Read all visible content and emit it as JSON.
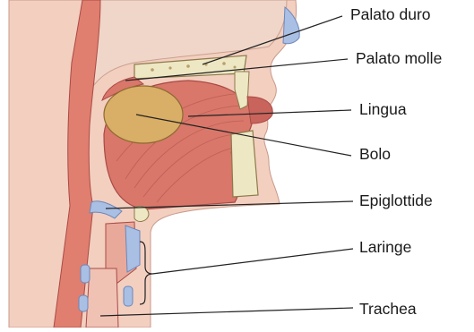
{
  "diagram": {
    "labels": [
      {
        "id": "palato-duro",
        "text": "Palato duro"
      },
      {
        "id": "palato-molle",
        "text": "Palato molle"
      },
      {
        "id": "lingua",
        "text": "Lingua"
      },
      {
        "id": "bolo",
        "text": "Bolo"
      },
      {
        "id": "epiglottide",
        "text": "Epiglottide"
      },
      {
        "id": "laringe",
        "text": "Laringe"
      },
      {
        "id": "trachea",
        "text": "Trachea"
      }
    ],
    "colors": {
      "skin": "#f3cfc0",
      "skin_shadow": "#e9a99a",
      "muscle": "#d9776a",
      "muscle_dark": "#a94a45",
      "bolus": "#d9ae66",
      "bone": "#eee7c4",
      "cartilage": "#a9bfe3",
      "leader": "#222222"
    }
  }
}
